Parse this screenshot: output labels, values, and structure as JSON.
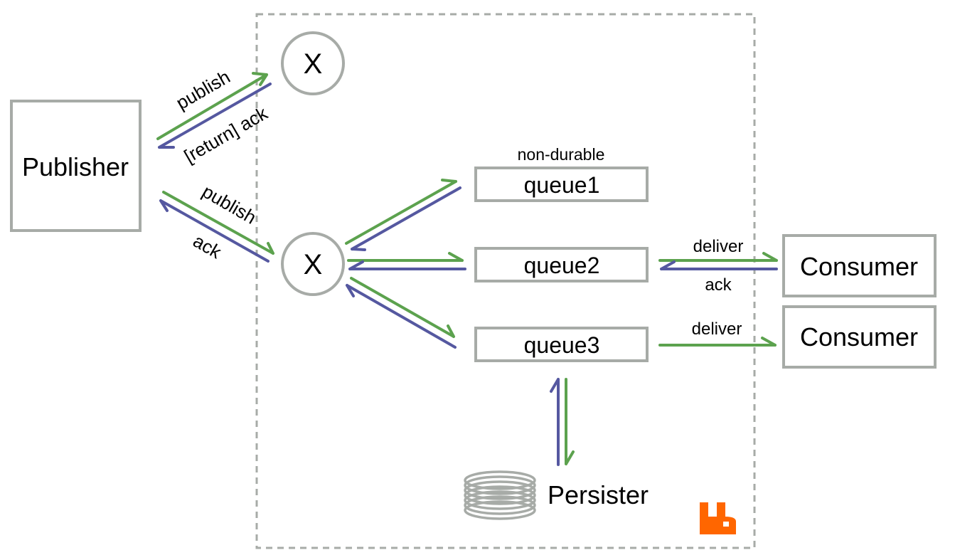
{
  "publisher": {
    "label": "Publisher"
  },
  "exchanges": [
    {
      "label": "X"
    },
    {
      "label": "X"
    }
  ],
  "queues": [
    {
      "label": "queue1",
      "note": "non-durable"
    },
    {
      "label": "queue2"
    },
    {
      "label": "queue3"
    }
  ],
  "consumers": [
    {
      "label": "Consumer"
    },
    {
      "label": "Consumer"
    }
  ],
  "persister": {
    "label": "Persister"
  },
  "edge_labels": {
    "publish_top": "publish",
    "return_ack": "[return] ack",
    "publish_mid": "publish",
    "ack_mid": "ack",
    "deliver_queue2": "deliver",
    "ack_queue2": "ack",
    "deliver_queue3": "deliver"
  },
  "colors": {
    "publish": "#5ca24e",
    "ack": "#5558a0",
    "node_border": "#a7aba7",
    "broker_border": "#a7aba7",
    "logo": "#ff6600"
  },
  "logo": {
    "icon": "rabbitmq-logo-icon"
  }
}
